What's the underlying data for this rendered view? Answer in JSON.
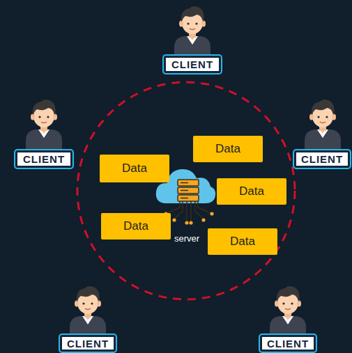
{
  "diagram": {
    "nodes": [
      {
        "text": [
          "CLIENT"
        ]
      },
      {
        "text": [
          "CLIENT"
        ]
      },
      {
        "text": [
          "CLIENT"
        ]
      },
      {
        "text": [
          "Data"
        ]
      },
      {
        "text": [
          "Data"
        ]
      },
      {
        "text": [
          "Data"
        ]
      },
      {
        "text": [
          "Data"
        ]
      },
      {
        "text": [
          "Data"
        ]
      },
      {
        "text": [
          "CLIENT"
        ]
      },
      {
        "text": [
          "CLIENT"
        ]
      }
    ],
    "labels": [
      "server"
    ]
  }
}
